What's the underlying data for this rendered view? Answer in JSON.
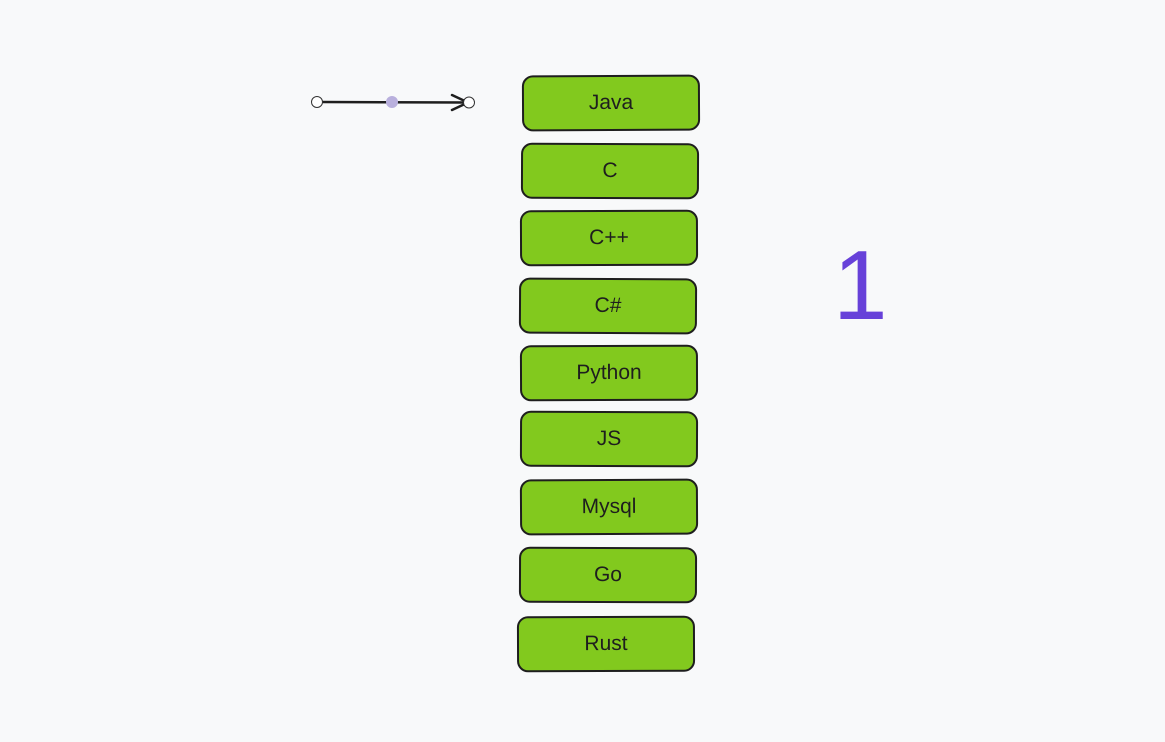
{
  "diagram": {
    "items": [
      {
        "label": "Java"
      },
      {
        "label": "C"
      },
      {
        "label": "C++"
      },
      {
        "label": "C#"
      },
      {
        "label": "Python"
      },
      {
        "label": "JS"
      },
      {
        "label": "Mysql"
      },
      {
        "label": "Go"
      },
      {
        "label": "Rust"
      }
    ],
    "counter": "1"
  },
  "colors": {
    "box_fill": "#82c91e",
    "stroke": "#1e1e1e",
    "counter": "#6741d9",
    "handle_mid": "#b9b0dd",
    "background": "#f8f9fa"
  },
  "icons": {
    "arrow": "arrow-right-icon",
    "endpoint": "circle-handle-icon"
  }
}
